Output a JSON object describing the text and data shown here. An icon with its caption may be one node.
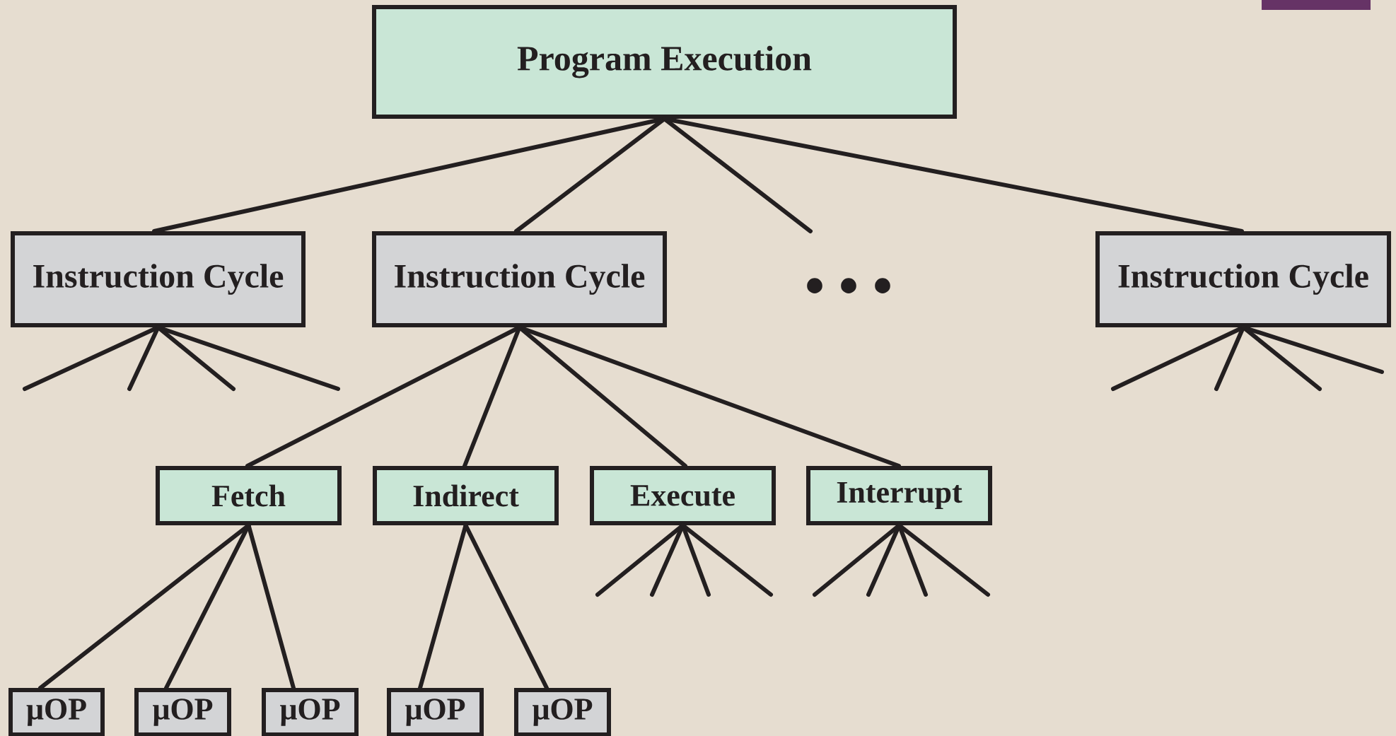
{
  "diagram": {
    "nodes": [
      {
        "text": [
          "Program Execution"
        ]
      },
      {
        "text": [
          "Instruction Cycle"
        ]
      },
      {
        "text": [
          "Instruction Cycle"
        ]
      },
      {
        "text": [
          "Instruction Cycle"
        ]
      },
      {
        "text": [
          "Fetch"
        ]
      },
      {
        "text": [
          "Indirect"
        ]
      },
      {
        "text": [
          "Execute"
        ]
      },
      {
        "text": [
          "Interrupt"
        ]
      },
      {
        "text": [
          "μOP"
        ]
      },
      {
        "text": [
          "μOP"
        ]
      },
      {
        "text": [
          "μOP"
        ]
      },
      {
        "text": [
          "μOP"
        ]
      },
      {
        "text": [
          "μOP"
        ]
      }
    ],
    "edges": [
      {
        "from": 0,
        "to": 1,
        "arrow": "none"
      },
      {
        "from": 0,
        "to": 2,
        "arrow": "none"
      },
      {
        "from": 0,
        "to": null,
        "arrow": "none"
      },
      {
        "from": 0,
        "to": 3,
        "arrow": "none"
      },
      {
        "from": 1,
        "to": null,
        "arrow": "none"
      },
      {
        "from": 1,
        "to": null,
        "arrow": "none"
      },
      {
        "from": 1,
        "to": null,
        "arrow": "none"
      },
      {
        "from": 1,
        "to": null,
        "arrow": "none"
      },
      {
        "from": 2,
        "to": 4,
        "arrow": "none"
      },
      {
        "from": 2,
        "to": 5,
        "arrow": "none"
      },
      {
        "from": 2,
        "to": 6,
        "arrow": "none"
      },
      {
        "from": 2,
        "to": 7,
        "arrow": "none"
      },
      {
        "from": 3,
        "to": null,
        "arrow": "none"
      },
      {
        "from": 3,
        "to": null,
        "arrow": "none"
      },
      {
        "from": 3,
        "to": null,
        "arrow": "none"
      },
      {
        "from": 3,
        "to": null,
        "arrow": "none"
      },
      {
        "from": 4,
        "to": 8,
        "arrow": "none"
      },
      {
        "from": 4,
        "to": 9,
        "arrow": "none"
      },
      {
        "from": 4,
        "to": 10,
        "arrow": "none"
      },
      {
        "from": 5,
        "to": 11,
        "arrow": "none"
      },
      {
        "from": 5,
        "to": 12,
        "arrow": "none"
      },
      {
        "from": 6,
        "to": null,
        "arrow": "none"
      },
      {
        "from": 6,
        "to": null,
        "arrow": "none"
      },
      {
        "from": 6,
        "to": null,
        "arrow": "none"
      },
      {
        "from": 6,
        "to": null,
        "arrow": "none"
      },
      {
        "from": 7,
        "to": null,
        "arrow": "none"
      },
      {
        "from": 7,
        "to": null,
        "arrow": "none"
      },
      {
        "from": 7,
        "to": null,
        "arrow": "none"
      },
      {
        "from": 7,
        "to": null,
        "arrow": "none"
      }
    ],
    "labels": [
      "• • •"
    ]
  }
}
